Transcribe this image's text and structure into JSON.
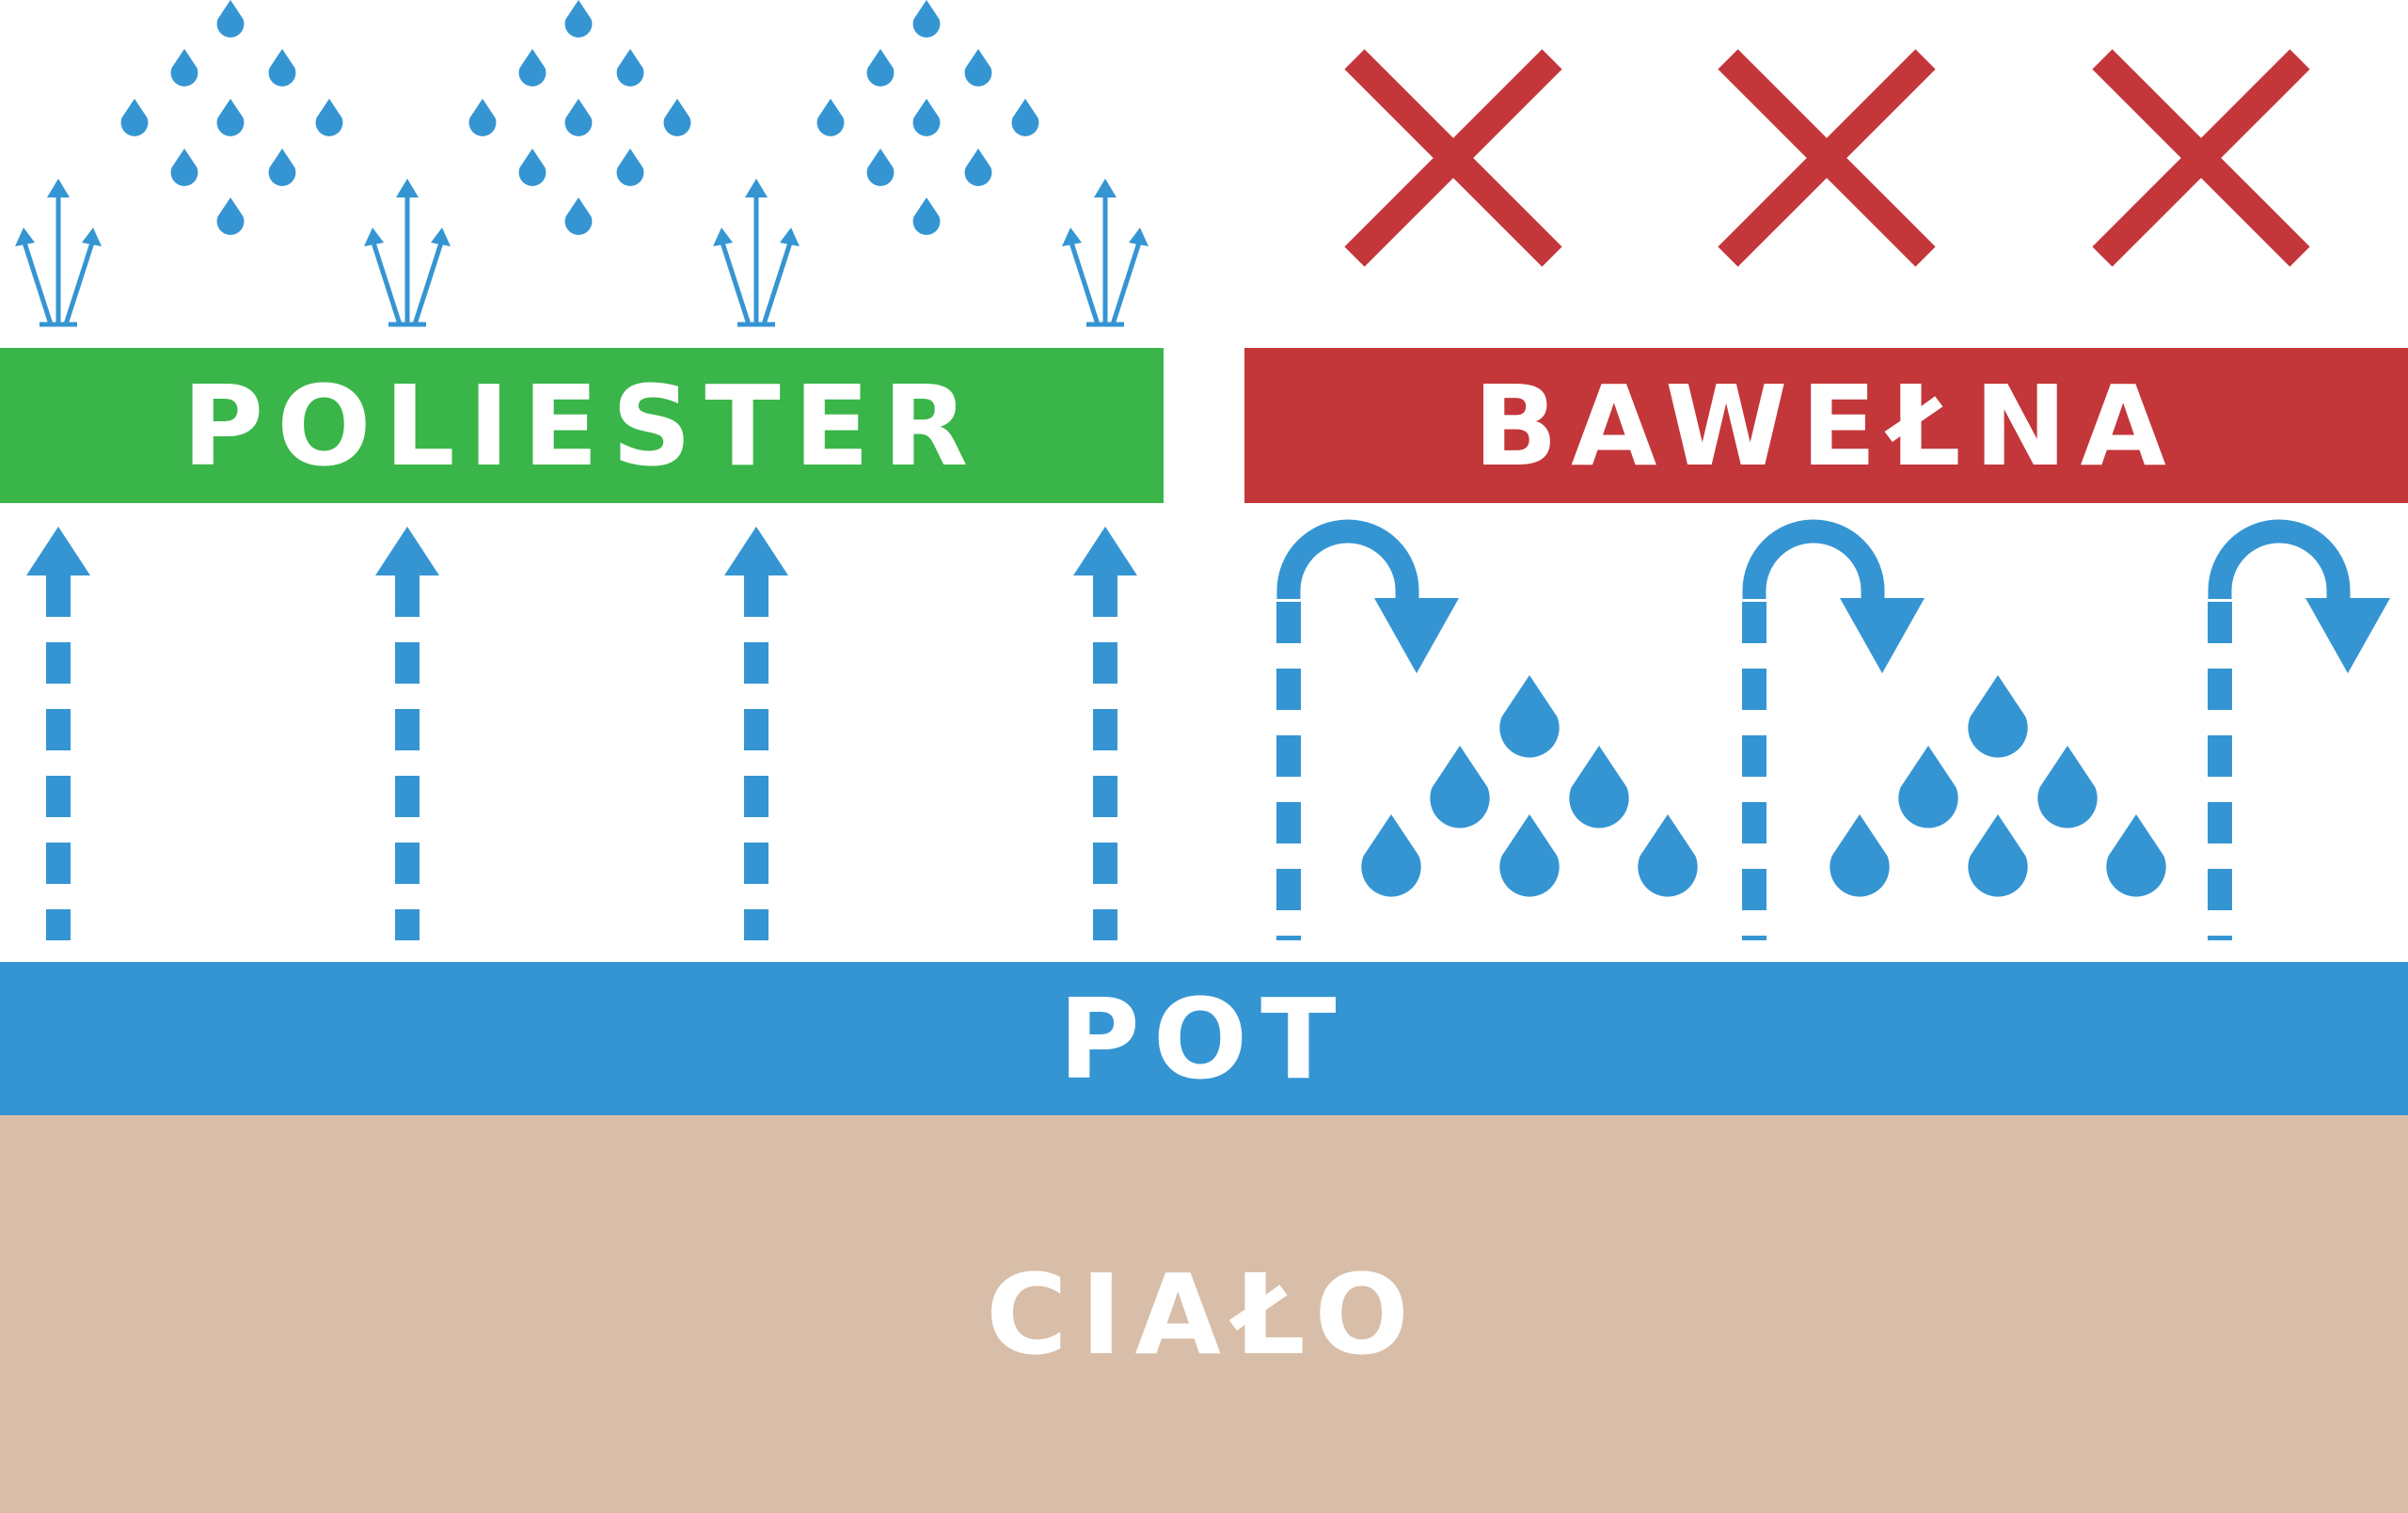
{
  "labels": {
    "polyester": "POLIESTER",
    "cotton": "BAWEŁNA",
    "sweat": "POT",
    "body": "CIAŁO"
  },
  "colors": {
    "polyester_band": "#3ab54a",
    "cotton_band": "#c3363a",
    "sweat_band": "#3595d3",
    "body_band": "#d8bea8",
    "water": "#3595d3",
    "cross": "#c3363a",
    "text": "#ffffff"
  },
  "icons": {
    "drop": "water-drop-icon",
    "cross": "cross-icon",
    "up_arrow": "dashed-up-arrow-icon",
    "spread_arrow": "spread-arrows-icon",
    "bounce_arrow": "bounce-back-arrow-icon"
  }
}
